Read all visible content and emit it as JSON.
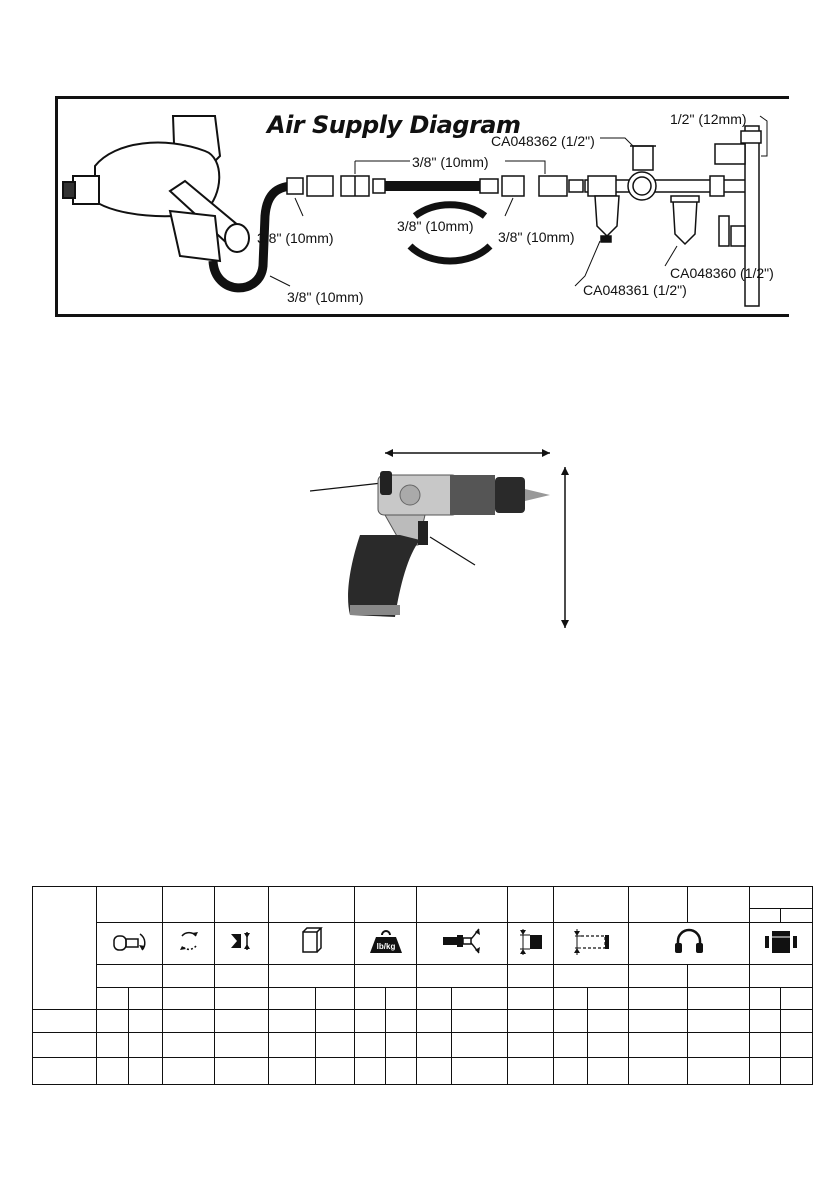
{
  "air_supply_diagram": {
    "title": "Air Supply Diagram",
    "labels": {
      "hose_from_tool": "3/8\" (10mm)",
      "fitting_near_tool": "3/8\" (10mm)",
      "hose_top": "3/8\" (10mm)",
      "hose_middle": "3/8\" (10mm)",
      "fitting_right": "3/8\" (10mm)",
      "regulator": "CA048362 (1/2\")",
      "pipe": "1/2\" (12mm)",
      "lubricator": "CA048361 (1/2\")",
      "filter": "CA048360 (1/2\")"
    }
  },
  "product_image": {
    "description_icons": [
      "reverse-lever",
      "trigger"
    ]
  },
  "spec_table": {
    "icon_columns": [
      "chuck-icon",
      "rotation-icon",
      "air-consumption-icon",
      "dimensions-icon",
      "weight-icon",
      "air-inlet-icon",
      "hose-size-icon",
      "thread-icon",
      "hearing-protection-icon",
      "vibration-icon"
    ],
    "rows": 3
  }
}
